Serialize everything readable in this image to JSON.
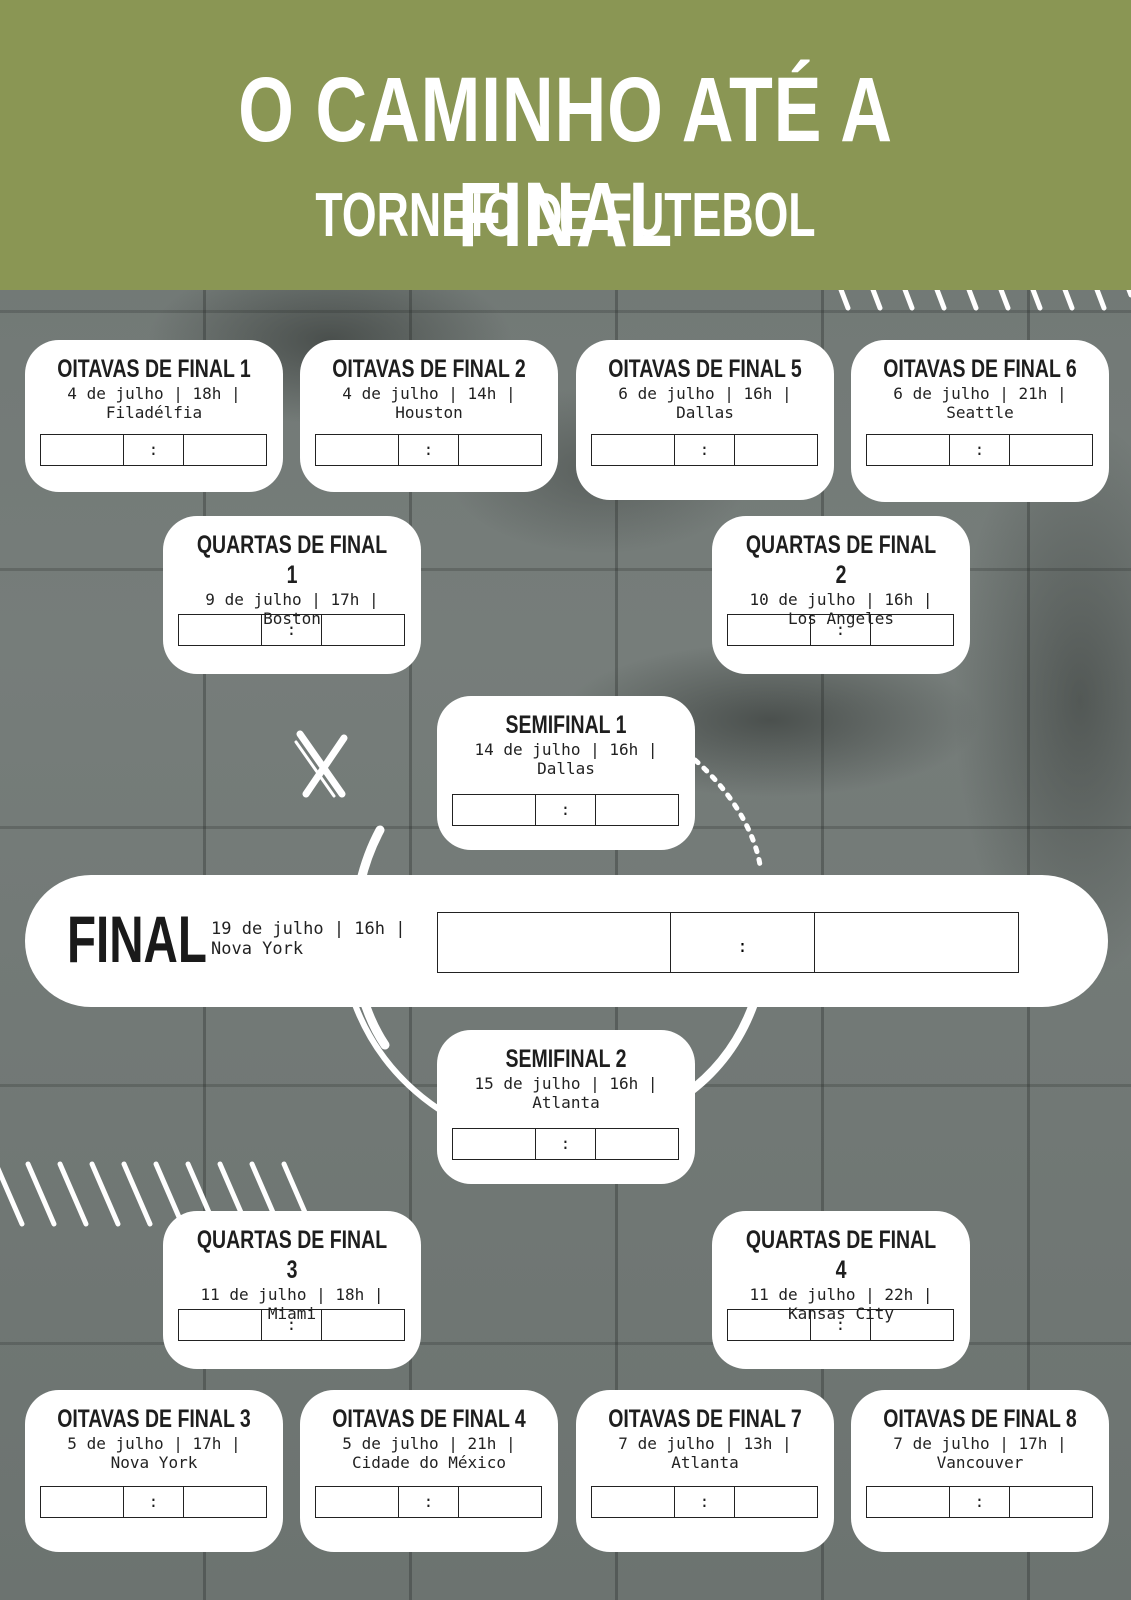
{
  "header": {
    "title": "O CAMINHO ATÉ A FINAL",
    "subtitle": "TORNEIO DE FUTEBOL"
  },
  "colors": {
    "header_bg": "#8a9654",
    "card_bg": "#ffffff",
    "text": "#1e1e1e"
  },
  "matches": [
    {
      "name": "OITAVAS DE FINAL 1",
      "when": "4 de julho | 18h |",
      "where": "Filadélfia",
      "separator": ":"
    },
    {
      "name": "OITAVAS DE FINAL 2",
      "when": "4 de julho | 14h |",
      "where": "Houston",
      "separator": ":"
    },
    {
      "name": "OITAVAS DE FINAL 5",
      "when": "6 de julho | 16h |",
      "where": "Dallas",
      "separator": ":"
    },
    {
      "name": "OITAVAS DE FINAL 6",
      "when": "6 de julho | 21h |",
      "where": "Seattle",
      "separator": ":"
    },
    {
      "name": "QUARTAS DE FINAL 1",
      "when": "9 de julho | 17h |",
      "where": "Boston",
      "separator": ":"
    },
    {
      "name": "QUARTAS DE FINAL 2",
      "when": "10 de julho | 16h |",
      "where": "Los Angeles",
      "separator": ":"
    },
    {
      "name": "SEMIFINAL 1",
      "when": "14 de julho | 16h |",
      "where": "Dallas",
      "separator": ":"
    },
    {
      "name": "SEMIFINAL 2",
      "when": "15 de julho | 16h |",
      "where": "Atlanta",
      "separator": ":"
    },
    {
      "name": "QUARTAS DE FINAL 3",
      "when": "11 de julho | 18h |",
      "where": "Miami",
      "separator": ":"
    },
    {
      "name": "QUARTAS DE FINAL 4",
      "when": "11 de julho | 22h |",
      "where": "Kansas City",
      "separator": ":"
    },
    {
      "name": "OITAVAS DE FINAL 3",
      "when": "5 de julho | 17h |",
      "where": "Nova York",
      "separator": ":"
    },
    {
      "name": "OITAVAS DE FINAL 4",
      "when": "5 de julho | 21h |",
      "where": "Cidade do México",
      "separator": ":"
    },
    {
      "name": "OITAVAS DE FINAL 7",
      "when": "7 de julho | 13h |",
      "where": "Atlanta",
      "separator": ":"
    },
    {
      "name": "OITAVAS DE FINAL 8",
      "when": "7 de julho | 17h |",
      "where": "Vancouver",
      "separator": ":"
    }
  ],
  "final": {
    "name": "FINAL",
    "when": "19 de julho | 16h |",
    "where": "Nova York",
    "separator": ":"
  }
}
